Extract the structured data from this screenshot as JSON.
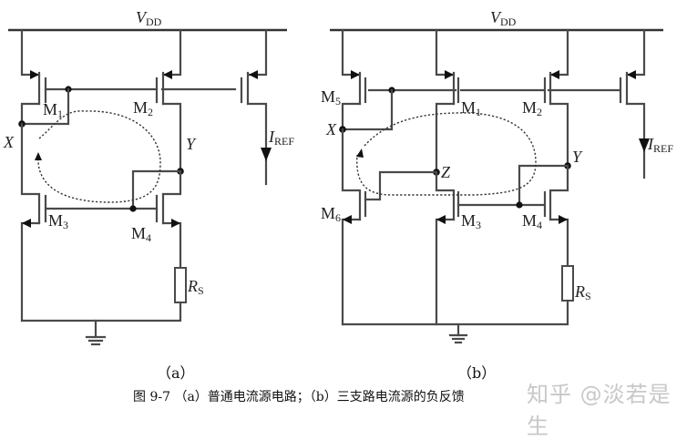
{
  "figure": {
    "caption": "图 9-7 （a）普通电流源电路；（b）三支路电流源的负反馈",
    "watermark": "知乎 @淡若是生",
    "panel_a": {
      "label": "（a）",
      "supply": {
        "main": "V",
        "sub": "DD"
      },
      "transistors": [
        {
          "name": "M",
          "sub": "1"
        },
        {
          "name": "M",
          "sub": "2"
        },
        {
          "name": "M",
          "sub": "3"
        },
        {
          "name": "M",
          "sub": "4"
        }
      ],
      "nodes": [
        "X",
        "Y"
      ],
      "current": {
        "main": "I",
        "sub": "REF"
      },
      "resistor": {
        "main": "R",
        "sub": "S"
      }
    },
    "panel_b": {
      "label": "（b）",
      "supply": {
        "main": "V",
        "sub": "DD"
      },
      "transistors": [
        {
          "name": "M",
          "sub": "5"
        },
        {
          "name": "M",
          "sub": "1"
        },
        {
          "name": "M",
          "sub": "2"
        },
        {
          "name": "M",
          "sub": "6"
        },
        {
          "name": "M",
          "sub": "3"
        },
        {
          "name": "M",
          "sub": "4"
        }
      ],
      "nodes": [
        "X",
        "Y",
        "Z"
      ],
      "current": {
        "main": "I",
        "sub": "REF"
      },
      "resistor": {
        "main": "R",
        "sub": "S"
      }
    }
  }
}
